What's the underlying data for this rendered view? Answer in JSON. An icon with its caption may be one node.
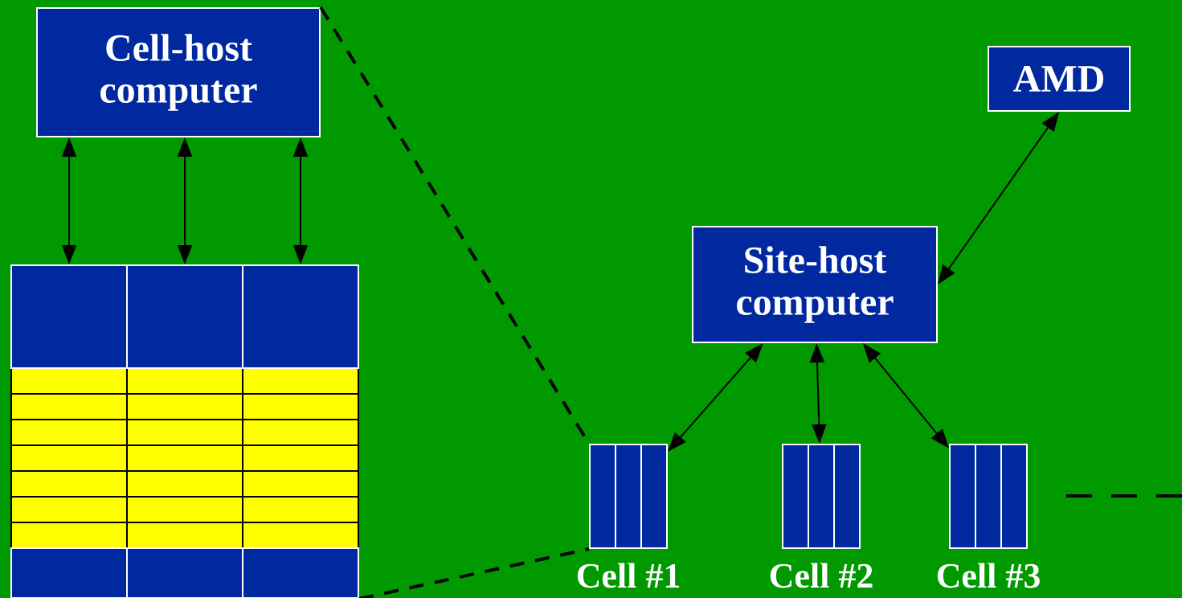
{
  "diagram": {
    "nodes": [
      {
        "text": [
          "Cell-host computer"
        ]
      },
      {
        "text": [
          "Site-host computer"
        ]
      },
      {
        "text": [
          "AMD"
        ]
      },
      {
        "text": [],
        "shape": "box",
        "beside": [
          "Cell #1"
        ]
      },
      {
        "text": [],
        "shape": "box",
        "beside": [
          "Cell #2"
        ]
      },
      {
        "text": [],
        "shape": "box",
        "beside": [
          "Cell #3"
        ]
      },
      {
        "text": [],
        "shape": "box"
      },
      {
        "text": [],
        "shape": "box"
      },
      {
        "text": [],
        "shape": "box"
      }
    ],
    "edges": [
      {
        "from": 0,
        "to": 6,
        "arrow": "both"
      },
      {
        "from": 0,
        "to": 7,
        "arrow": "both"
      },
      {
        "from": 0,
        "to": 8,
        "arrow": "both"
      },
      {
        "from": 2,
        "to": 1,
        "arrow": "both"
      },
      {
        "from": 1,
        "to": 3,
        "arrow": "both"
      },
      {
        "from": 1,
        "to": 4,
        "arrow": "both"
      },
      {
        "from": 1,
        "to": 5,
        "arrow": "both"
      },
      {
        "from": 0,
        "to": 3,
        "arrow": "none",
        "style": "dashed"
      },
      {
        "from": 8,
        "to": 3,
        "arrow": "none",
        "style": "dashed"
      }
    ]
  }
}
